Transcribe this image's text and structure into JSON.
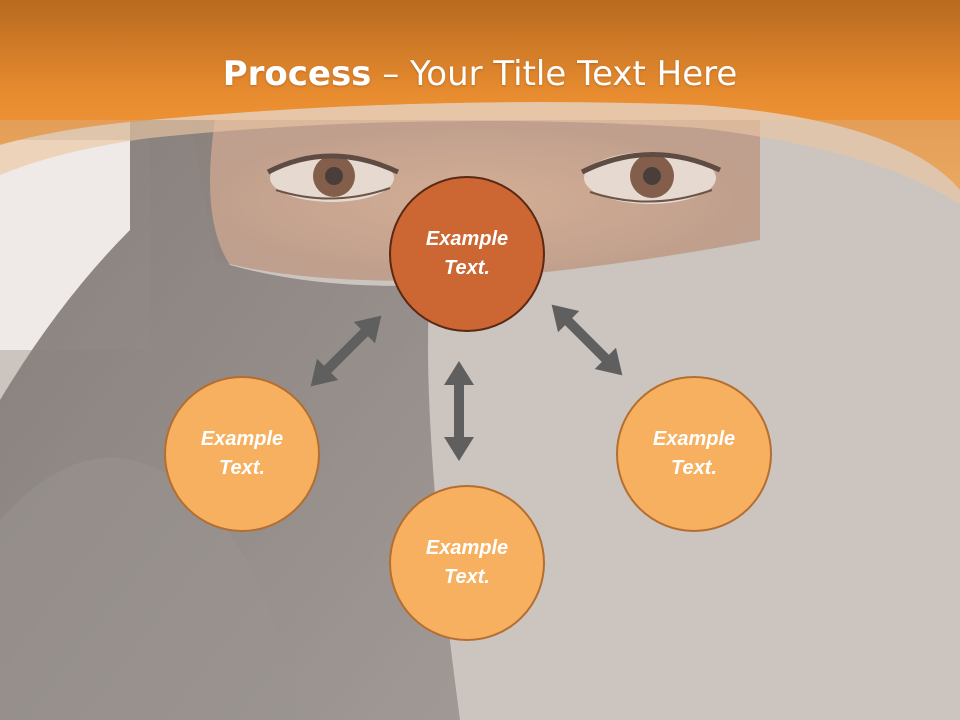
{
  "slide": {
    "title_bold": "Process",
    "title_rest": " – Your Title Text Here"
  },
  "nodes": [
    {
      "id": "top",
      "line1": "Example",
      "line2": "Text."
    },
    {
      "id": "left",
      "line1": "Example",
      "line2": "Text."
    },
    {
      "id": "bottom",
      "line1": "Example",
      "line2": "Text."
    },
    {
      "id": "right",
      "line1": "Example",
      "line2": "Text."
    }
  ],
  "colors": {
    "header_orange": "#f29a3d",
    "center_node": "#cc6633",
    "outer_node": "#f7b060",
    "arrow": "#5f5f5f"
  }
}
